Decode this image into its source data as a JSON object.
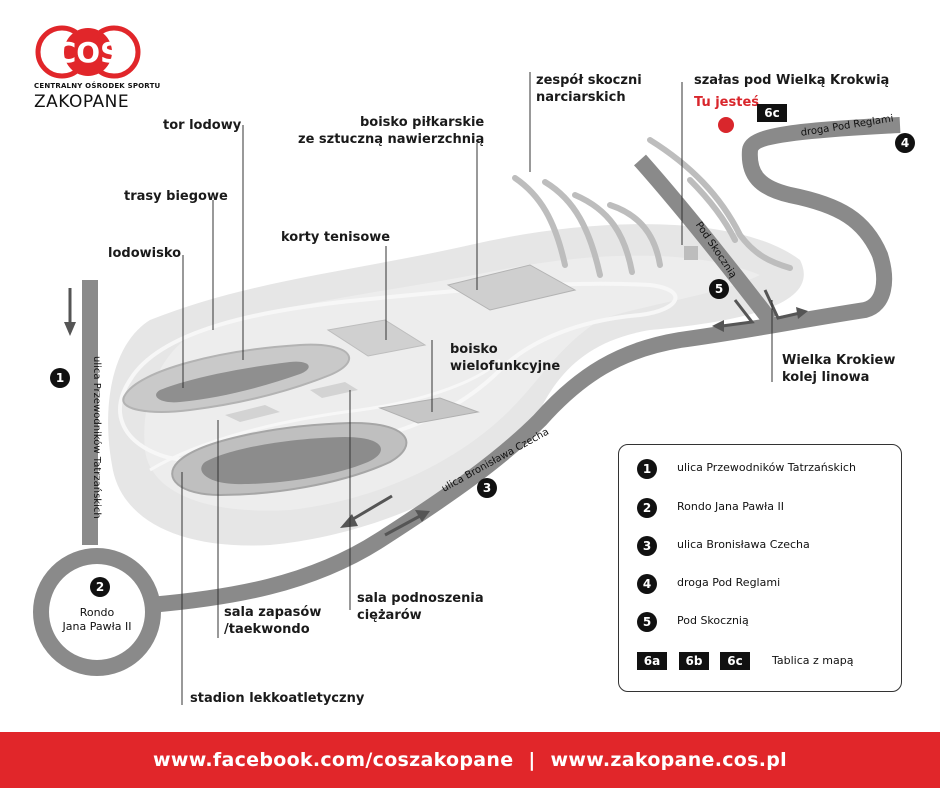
{
  "logo": {
    "mark": "COS",
    "subtitle": "CENTRALNY OŚRODEK SPORTU",
    "city": "ZAKOPANE"
  },
  "facilities": {
    "tor_lodowy": "tor lodowy",
    "trasy_biegowe": "trasy biegowe",
    "lodowisko": "lodowisko",
    "boisko_pilkarskie": [
      "boisko piłkarskie",
      "ze sztuczną nawierzchnią"
    ],
    "korty_tenisowe": "korty tenisowe",
    "boisko_wielofunkcyjne": [
      "boisko",
      "wielofunkcyjne"
    ],
    "zespol_skoczni": [
      "zespół skoczni",
      "narciarskich"
    ],
    "szalas": "szałas pod Wielką Krokwią",
    "wielka_krokiew": [
      "Wielka Krokiew",
      "kolej linowa"
    ],
    "sala_zapasow": [
      "sala zapasów",
      "/taekwondo"
    ],
    "sala_podnoszenia": [
      "sala podnoszenia",
      "ciężarów"
    ],
    "stadion": "stadion lekkoatletyczny"
  },
  "you_are_here": "Tu jesteś",
  "current_board": "6c",
  "roads": {
    "przewodnikow": "ulica Przewodników Tatrzańskich",
    "czecha": "ulica Bronisława Czecha",
    "pod_reglami": "droga Pod Reglami",
    "pod_skocznia": "Pod Skocznią",
    "rondo": [
      "Rondo",
      "Jana Pawła II"
    ]
  },
  "map_badges": [
    "1",
    "2",
    "3",
    "4",
    "5"
  ],
  "legend": {
    "items": [
      {
        "num": "1",
        "label": "ulica Przewodników Tatrzańskich"
      },
      {
        "num": "2",
        "label": "Rondo Jana Pawła II"
      },
      {
        "num": "3",
        "label": "ulica Bronisława Czecha"
      },
      {
        "num": "4",
        "label": "droga Pod Reglami"
      },
      {
        "num": "5",
        "label": "Pod Skocznią"
      }
    ],
    "boards": [
      "6a",
      "6b",
      "6c"
    ],
    "boards_label": "Tablica z mapą"
  },
  "footer": {
    "facebook": "www.facebook.com/coszakopane",
    "separator": "|",
    "website": "www.zakopane.cos.pl"
  },
  "colors": {
    "brand_red": "#e1262a",
    "road_gray": "#8a8a8a",
    "area_gray": "#e6e6e6"
  }
}
